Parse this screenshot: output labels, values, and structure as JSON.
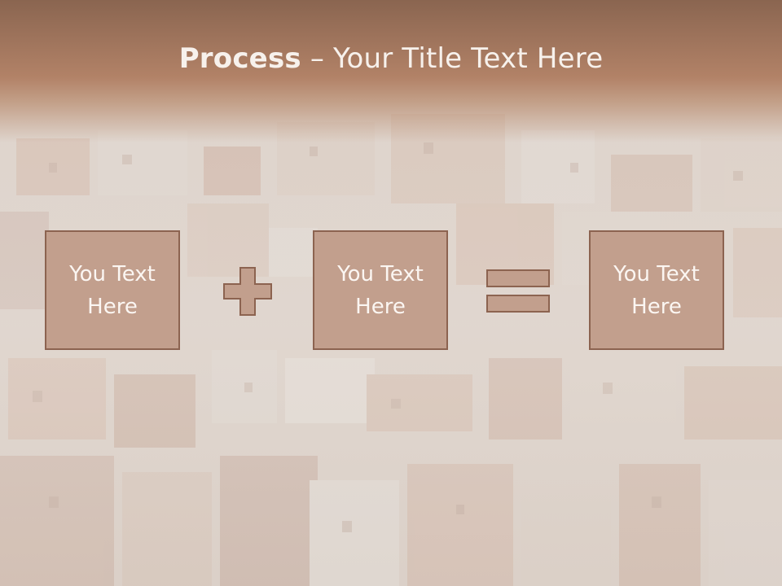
{
  "title": {
    "bold_part": "Process",
    "rest_part": " – Your Title Text Here"
  },
  "boxes": [
    {
      "label": "You Text Here"
    },
    {
      "label": "You Text Here"
    },
    {
      "label": "You Text Here"
    }
  ],
  "operators": [
    "plus-icon",
    "equals-icon"
  ],
  "colors": {
    "title_band": "#b2826a",
    "box_fill": "#c29f8d",
    "box_border": "#8c6350",
    "text": "#fbf6f2",
    "background_haze": "#e9e2dc"
  }
}
